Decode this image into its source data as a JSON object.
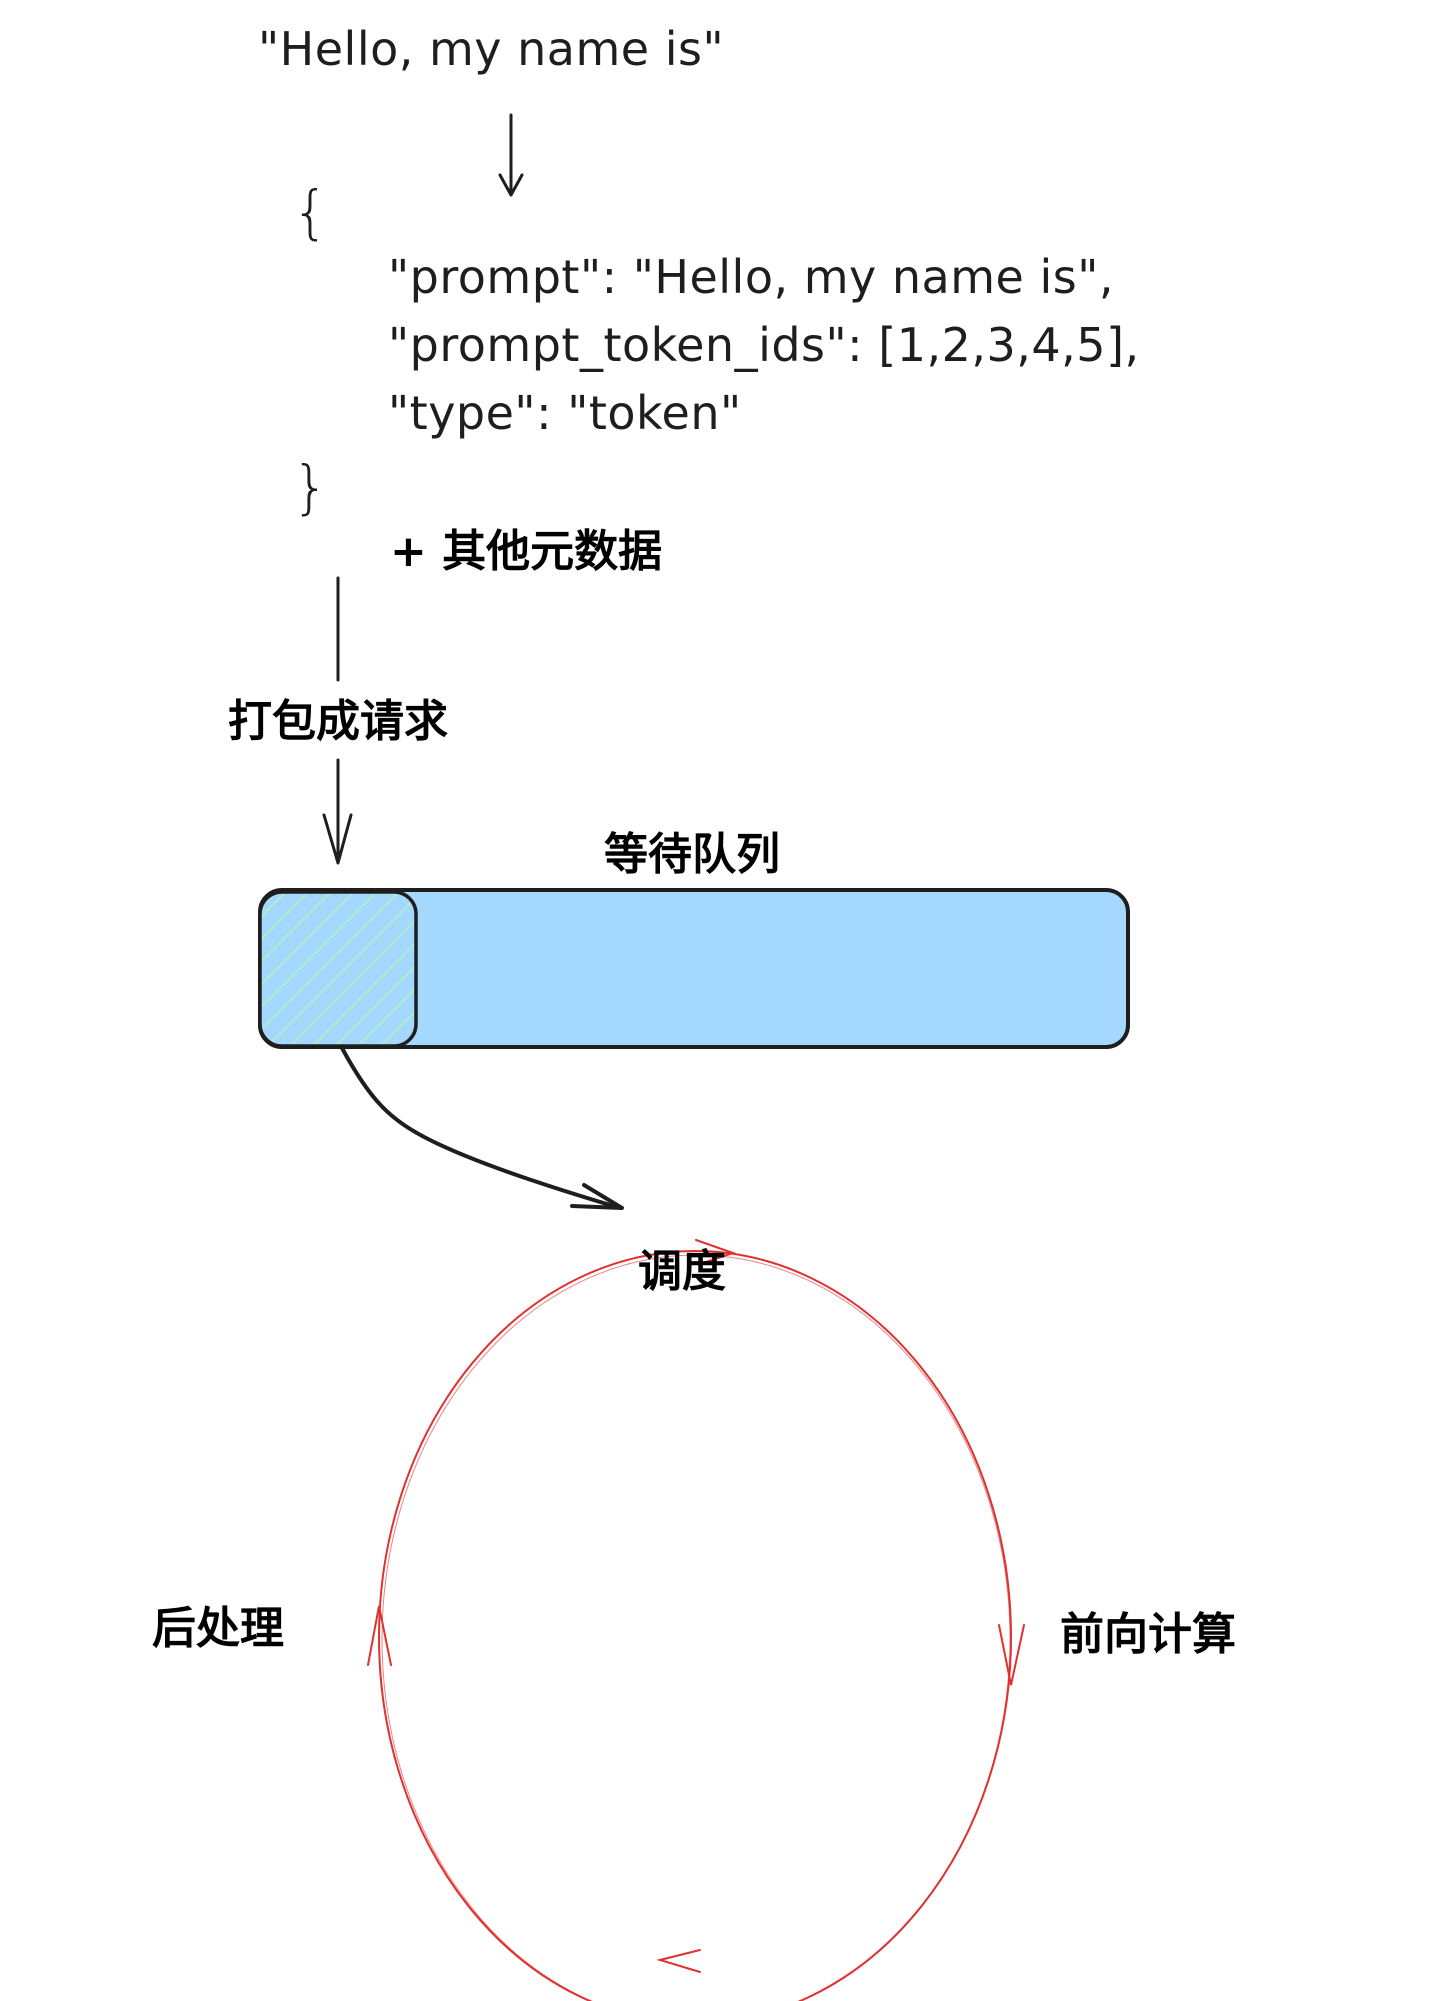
{
  "input": {
    "raw_prompt": "\"Hello, my name is\""
  },
  "json_block": {
    "open_brace": "{",
    "close_brace": "}",
    "lines": [
      "\"prompt\": \"Hello, my name is\",",
      "\"prompt_token_ids\": [1,2,3,4,5],",
      "\"type\": \"token\""
    ],
    "extra_label": "+ 其他元数据"
  },
  "steps": {
    "package_label": "打包成请求",
    "queue_label": "等待队列"
  },
  "cycle": {
    "schedule_label": "调度",
    "forward_label": "前向计算",
    "postprocess_label": "后处理"
  },
  "colors": {
    "stroke": "#1e1e1e",
    "queue_fill": "#a5d8ff",
    "hatch": "#b2f2bb",
    "cycle_stroke": "#e03131"
  }
}
